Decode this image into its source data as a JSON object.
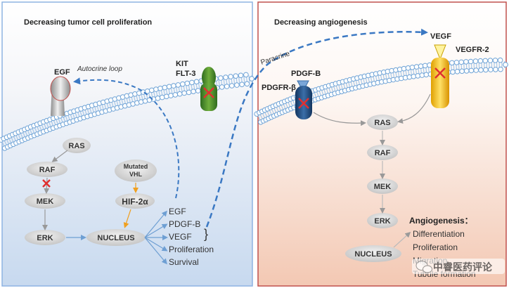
{
  "left_panel": {
    "title": "Decreasing tumor cell proliferation",
    "egf_receptor_label": "EGF",
    "autocrine_label": "Autocrine loop",
    "kit_label": "KIT",
    "flt3_label": "FLT-3",
    "pathway": [
      "RAS",
      "RAF",
      "MEK",
      "ERK"
    ],
    "nucleus": "NUCLEUS",
    "vhl_line1": "Mutated",
    "vhl_line2": "VHL",
    "hif": "HIF-2α",
    "outputs": [
      "EGF",
      "PDGF-B",
      "VEGF",
      "Proliferation",
      "Survival"
    ],
    "brace": "}"
  },
  "right_panel": {
    "title": "Decreasing angiogenesis",
    "paracrine_label": "Paracrine",
    "pdgfb_label": "PDGF-B",
    "pdgfr_label": "PDGFR-β",
    "vegf_label": "VEGF",
    "vegfr2_label": "VEGFR-2",
    "pathway": [
      "RAS",
      "RAF",
      "MEK",
      "ERK"
    ],
    "nucleus": "NUCLEUS",
    "angio_title": "Angiogenesis：",
    "angio_items": [
      "Differentiation",
      "Proliferation",
      "Migration",
      "Tubule formation"
    ]
  },
  "watermark": "中睿医药评论",
  "colors": {
    "left_border": "#8db3e2",
    "right_border": "#c0504d",
    "dashed_arrow": "#3a78c3",
    "inhibit_x": "#e03030",
    "oval_fill": "#d9d9d9"
  }
}
